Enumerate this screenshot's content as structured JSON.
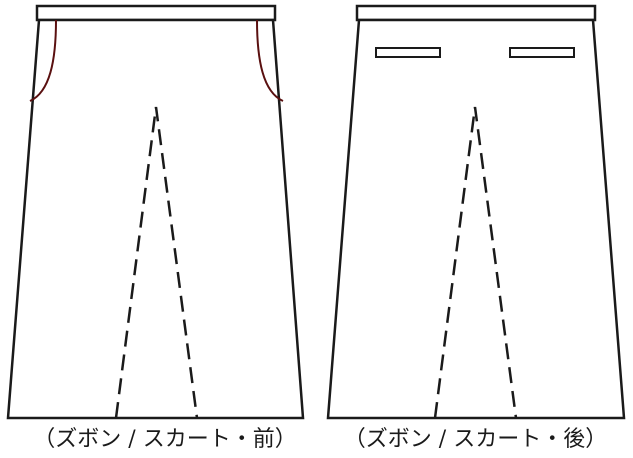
{
  "captions": {
    "front": "（ズボン / スカート・前）",
    "back": "（ズボン / スカート・後）"
  },
  "colors": {
    "outline": "#1a1a1a",
    "pocket_trim": "#5a1010",
    "background": "#ffffff"
  },
  "panels": {
    "front": {
      "features": [
        "waistband",
        "side-pocket-left",
        "side-pocket-right",
        "center-dart"
      ]
    },
    "back": {
      "features": [
        "waistband",
        "welt-pocket-left",
        "welt-pocket-right",
        "center-dart"
      ]
    }
  }
}
